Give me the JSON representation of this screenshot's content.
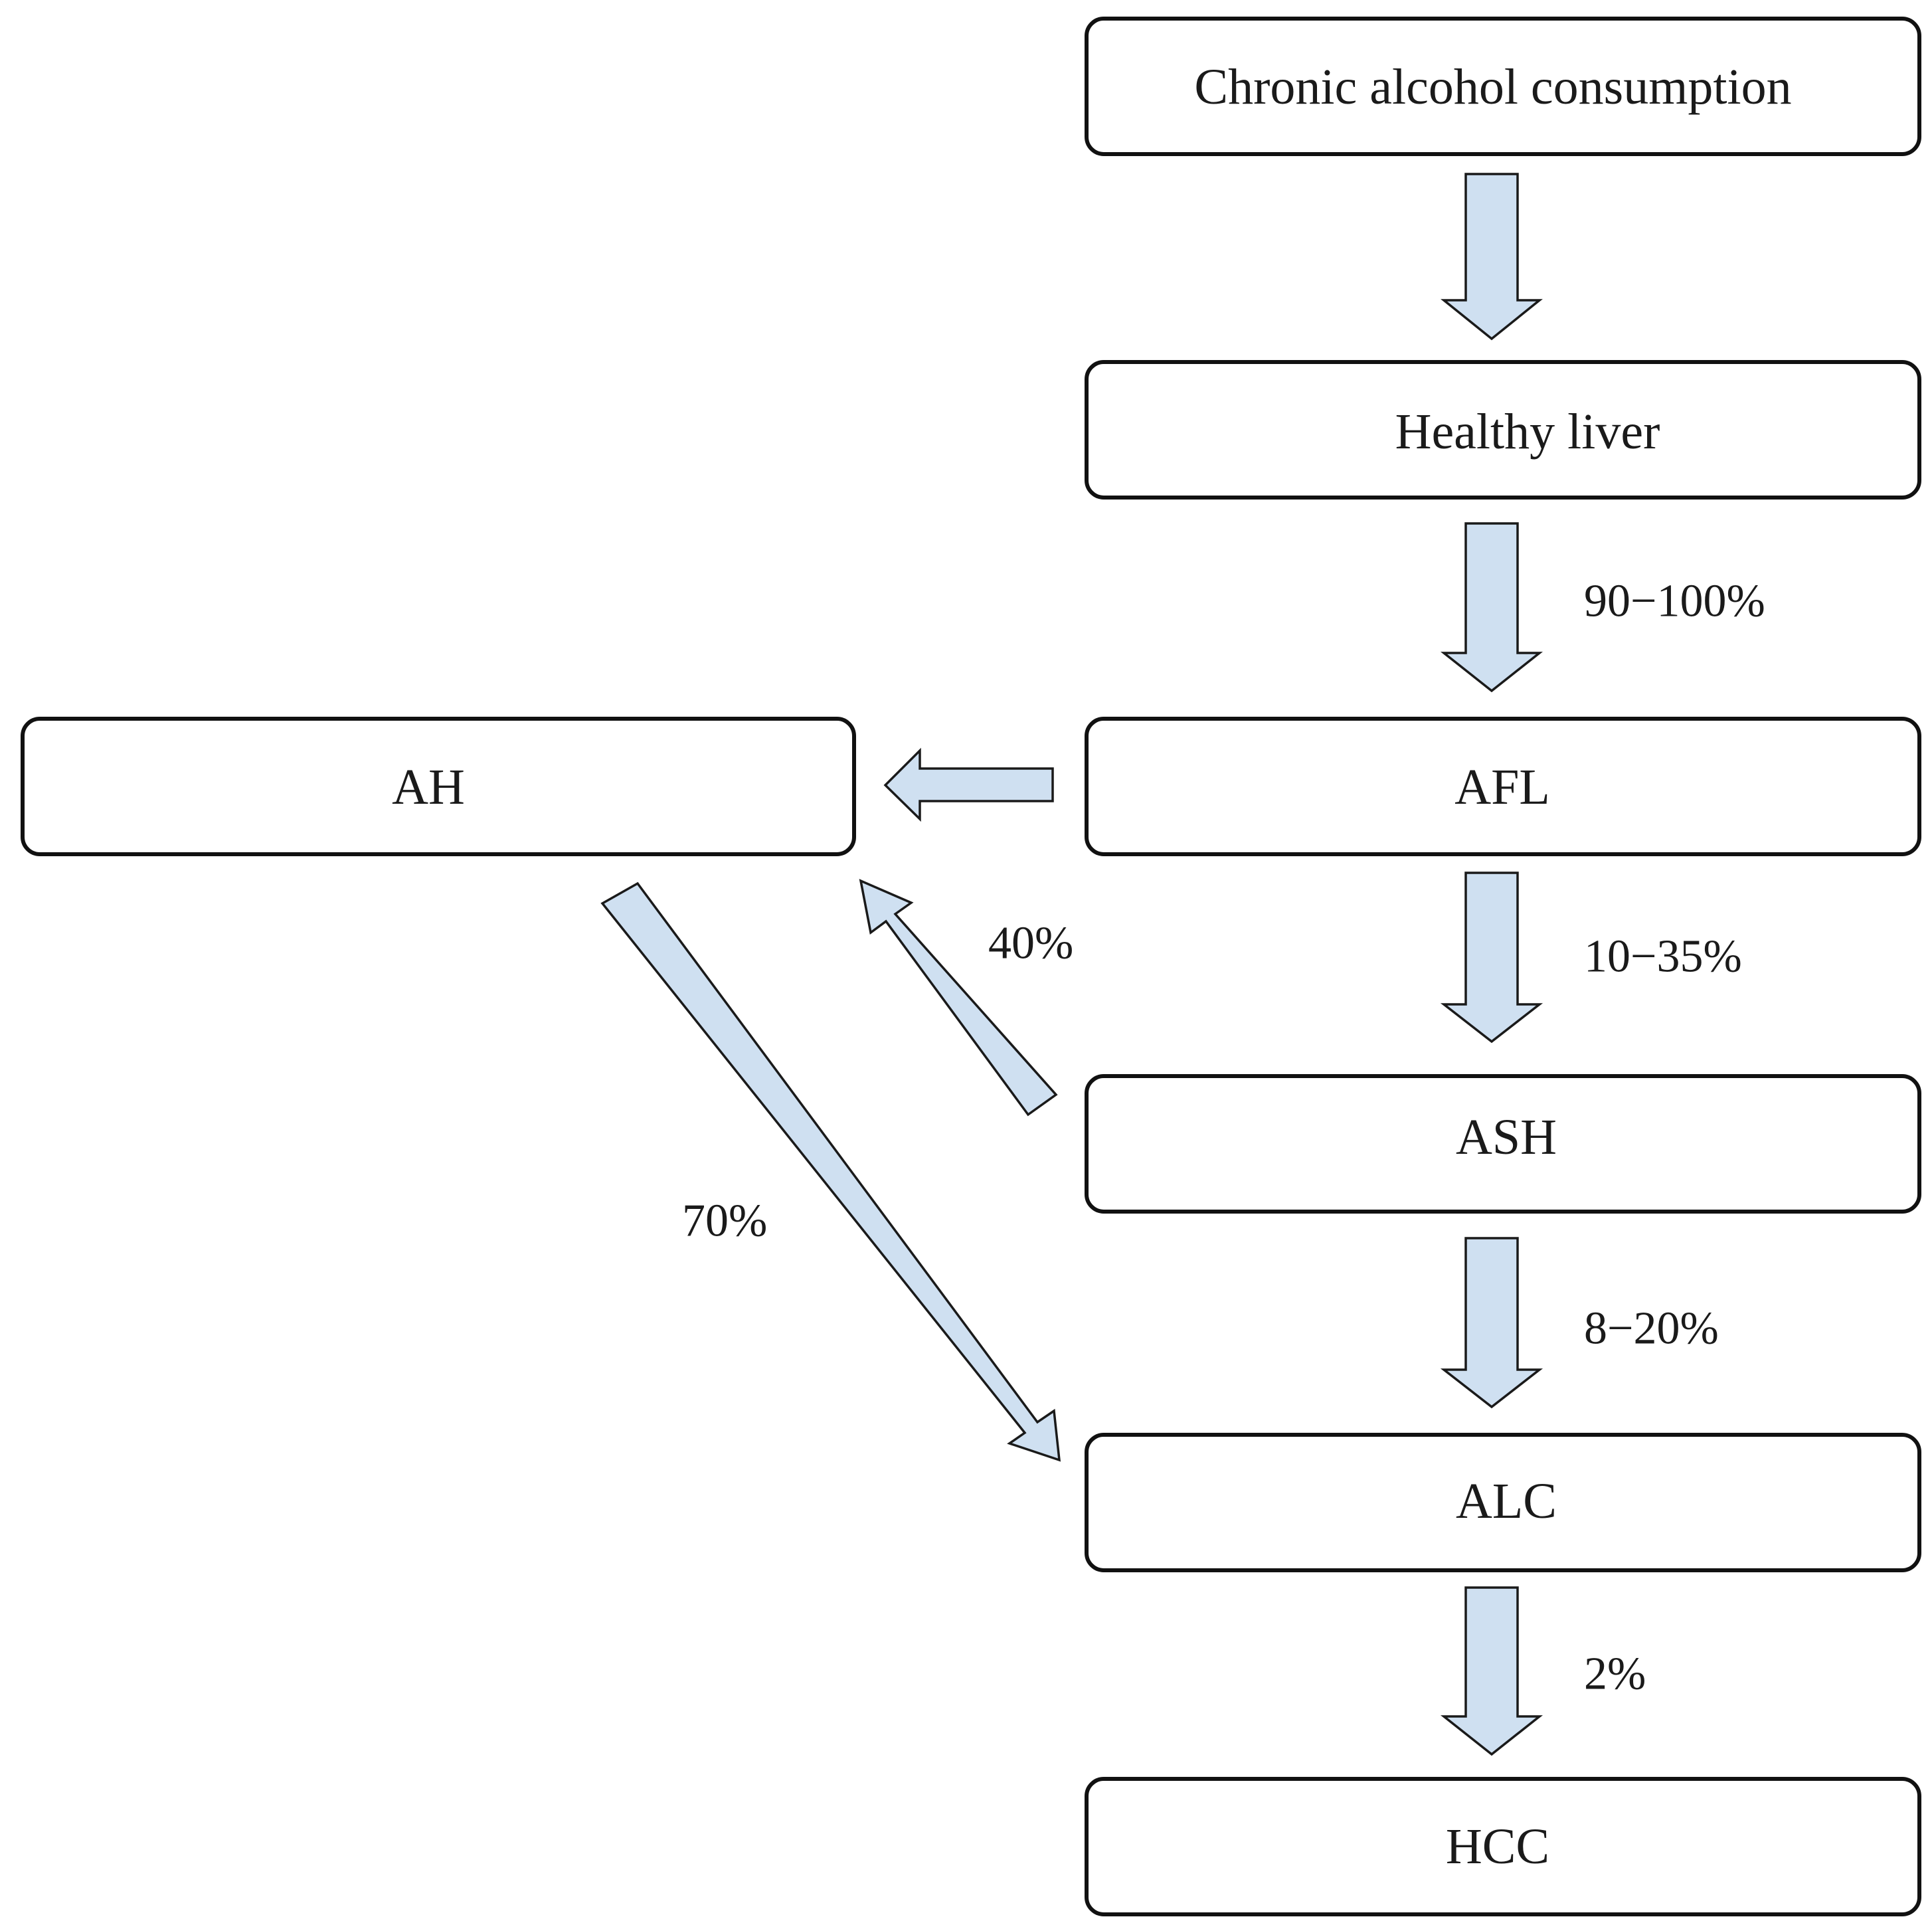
{
  "nodes": {
    "chronic": "Chronic alcohol consumption",
    "healthy": "Healthy liver",
    "afl": "AFL",
    "ah": "AH",
    "ash": "ASH",
    "alc": "ALC",
    "hcc": "HCC"
  },
  "edges": {
    "chronic_to_healthy": "",
    "healthy_to_afl": "90−100%",
    "afl_to_ash": "10−35%",
    "ash_to_alc": "8−20%",
    "alc_to_hcc": "2%",
    "afl_to_ah": "",
    "ash_to_ah": "40%",
    "ah_to_alc": "70%"
  },
  "colors": {
    "arrow_fill": "#cfe0f1",
    "outline": "#111111"
  }
}
